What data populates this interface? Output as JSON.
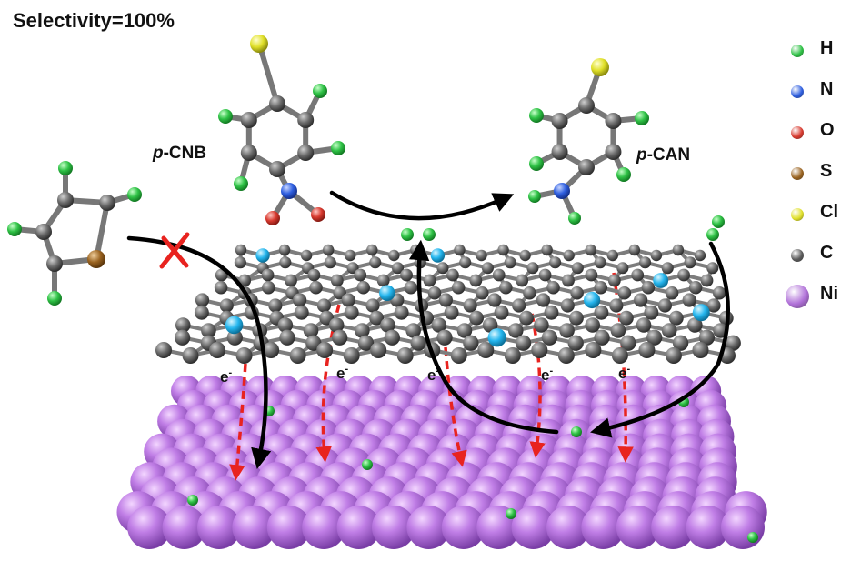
{
  "title": "Selectivity=100%",
  "molecules": {
    "reactant": {
      "prefix": "p",
      "suffix": "-CNB"
    },
    "product": {
      "prefix": "p",
      "suffix": "-CAN"
    }
  },
  "electron_label": "e",
  "electron_superscript": "-",
  "legend": [
    {
      "label": "H",
      "color": "#2fc246"
    },
    {
      "label": "N",
      "color": "#2f5fe0"
    },
    {
      "label": "O",
      "color": "#d83a2f"
    },
    {
      "label": "S",
      "color": "#9a6320"
    },
    {
      "label": "Cl",
      "color": "#e0e02a"
    },
    {
      "label": "C",
      "color": "#5a5a5a"
    },
    {
      "label": "Ni",
      "color": "#b070d8"
    }
  ],
  "colors": {
    "hydrogen": "#2fc246",
    "nitrogen": "#2f5fe0",
    "oxygen": "#d83a2f",
    "sulfur": "#9a6320",
    "chlorine": "#e0e02a",
    "carbon": "#5a5a5a",
    "nickel": "#b070d8",
    "doped_nitrogen": "#25b6ee",
    "electron_arrow": "#e8231f",
    "blocked_mark": "#e8231f"
  }
}
